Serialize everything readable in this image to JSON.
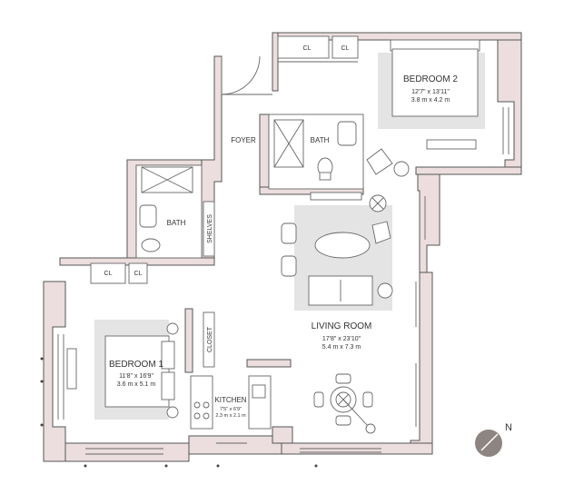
{
  "rooms": {
    "bedroom2": {
      "name": "BEDROOM 2",
      "dims_imperial": "12'7\" x 13'11\"",
      "dims_metric": "3.8 m x 4.2 m"
    },
    "bedroom1": {
      "name": "BEDROOM 1",
      "dims_imperial": "11'8\" x 16'9\"",
      "dims_metric": "3.6 m x 5.1 m"
    },
    "living": {
      "name": "LIVING ROOM",
      "dims_imperial": "17'8\" x 23'10\"",
      "dims_metric": "5.4 m x 7.3 m"
    },
    "kitchen": {
      "name": "KITCHEN",
      "dims_imperial": "7'5\" x 6'9\"",
      "dims_metric": "2.3 m x 2.1 m"
    },
    "foyer": {
      "name": "FOYER"
    },
    "bath_upper": {
      "name": "BATH"
    },
    "bath_lower": {
      "name": "BATH"
    },
    "shelves": {
      "name": "SHELVES"
    },
    "closet": {
      "name": "CLOSET"
    },
    "closets": [
      "CL",
      "CL",
      "CL",
      "CL"
    ]
  },
  "compass": {
    "label": "N"
  },
  "colors": {
    "wall": "#ecdede",
    "outline": "#555555",
    "rug": "#e4e4e4",
    "compass": "#8c8582"
  }
}
